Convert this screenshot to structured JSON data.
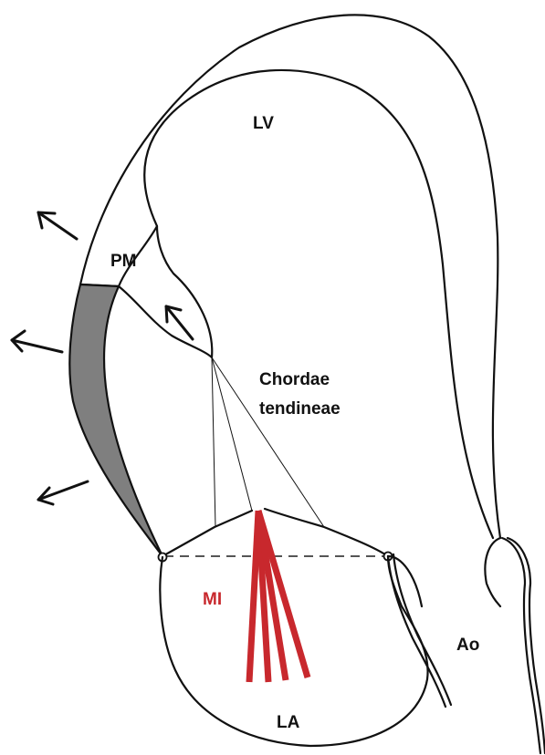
{
  "labels": {
    "lv": "LV",
    "pm": "PM",
    "chordae_line1": "Chordae",
    "chordae_line2": "tendineae",
    "mi": "MI",
    "la": "LA",
    "ao": "Ao"
  },
  "colors": {
    "outline": "#111111",
    "infarct_fill": "#7f7f7f",
    "regurgitant_jet": "#c8282d",
    "annulus_dash": "#555555"
  },
  "icons": [
    "outward-arrow-icon",
    "papillary-displacement-arrow-icon"
  ]
}
